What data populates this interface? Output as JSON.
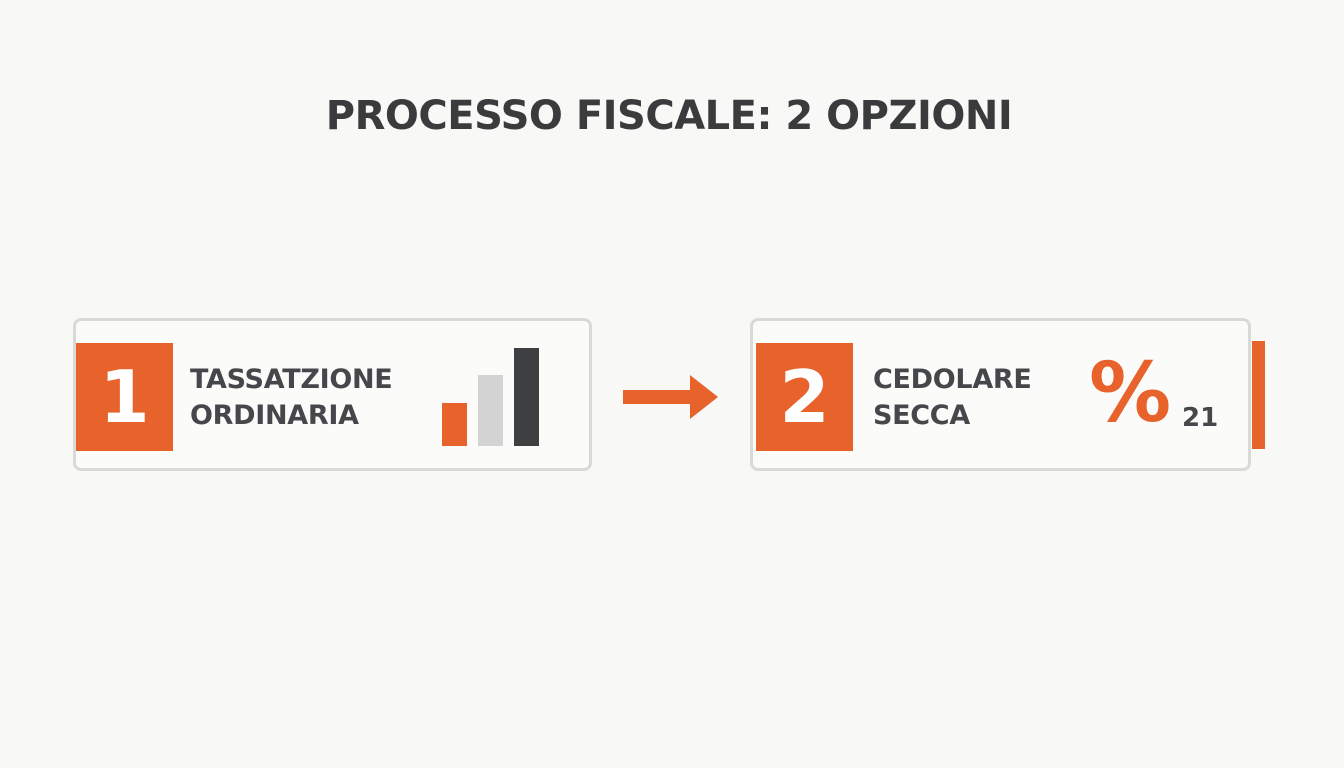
{
  "title": "PROCESSO FISCALE: 2 OPZIONI",
  "colors": {
    "accent": "#e8622c",
    "text_dark": "#3a3b3d",
    "bar_light": "#d3d3d3",
    "bar_dark": "#3e3f41",
    "card_border": "#d9d9d8",
    "background": "#f8f8f7"
  },
  "option_1": {
    "number": "1",
    "label_line_1": "TASSATZIONE",
    "label_line_2": "ORDINARIA",
    "icon": "bar-chart-icon",
    "bar_levels": [
      0.44,
      0.72,
      1.0
    ]
  },
  "connector": {
    "icon": "arrow-right-icon"
  },
  "option_2": {
    "number": "2",
    "label_line_1": "CEDOLARE",
    "label_line_2": "SECCA",
    "icon": "percent-icon",
    "symbol": "%",
    "rate": "21"
  }
}
